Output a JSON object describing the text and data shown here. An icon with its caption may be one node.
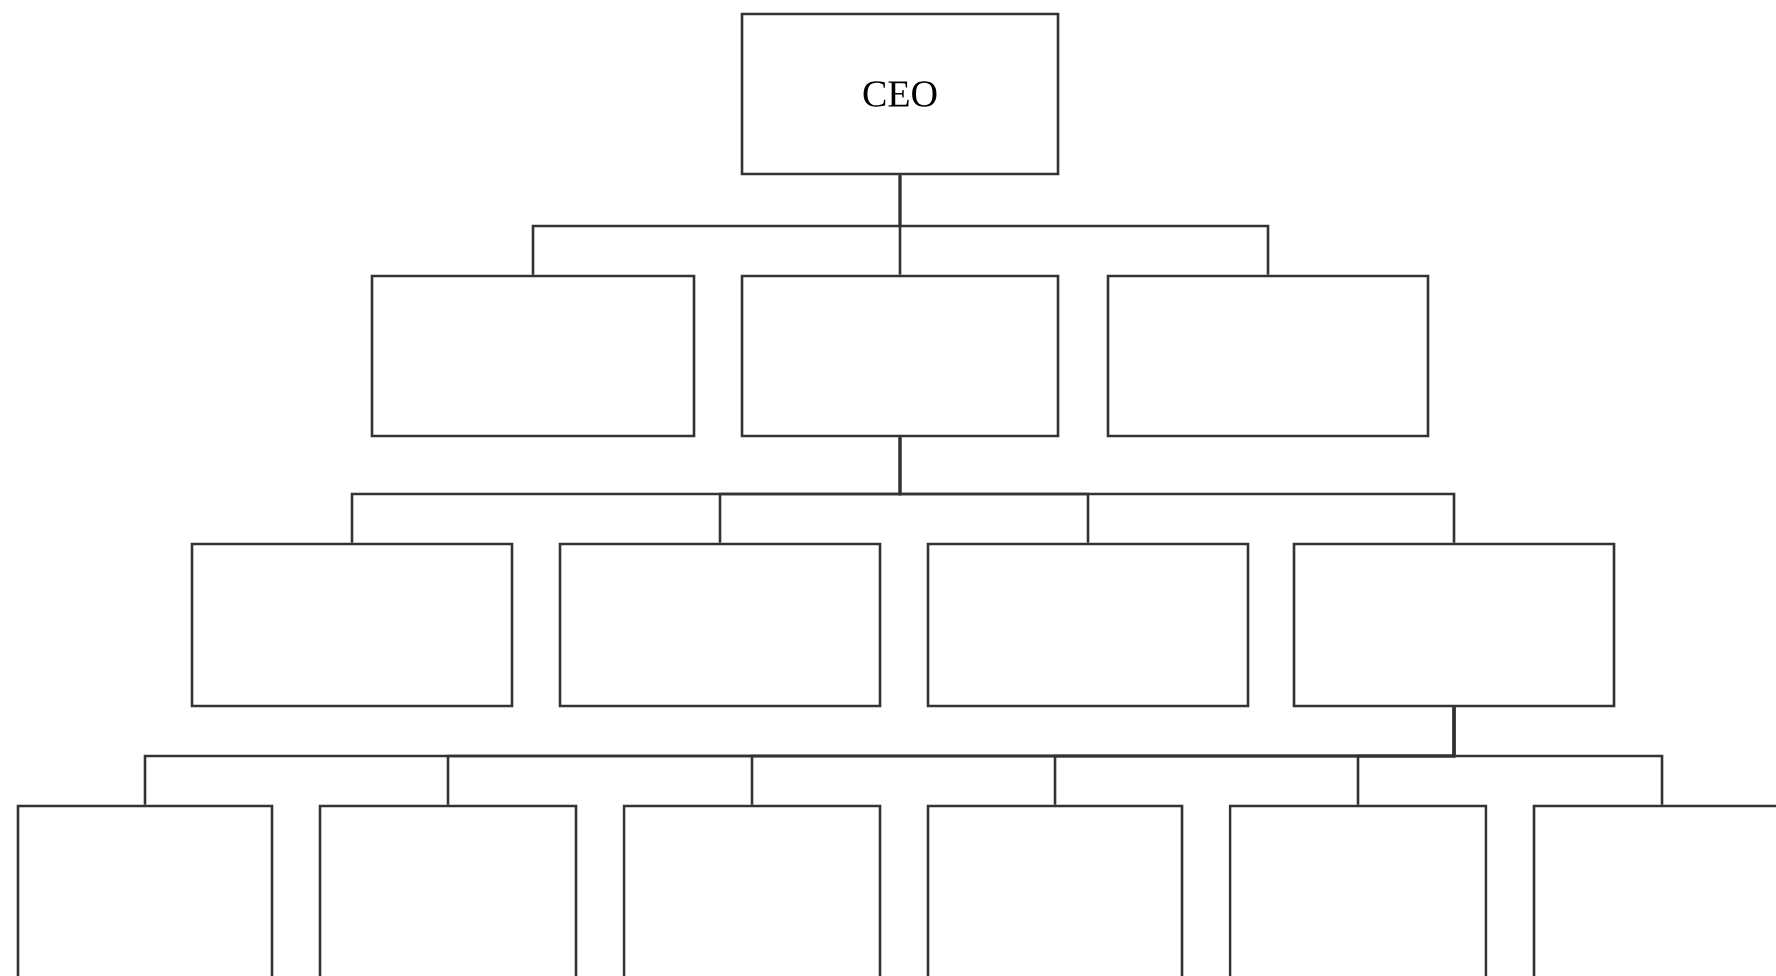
{
  "diagram": {
    "nodes": [
      {
        "text": [
          "CEO"
        ]
      },
      {
        "text": [],
        "shape": "box"
      },
      {
        "text": [],
        "shape": "box"
      },
      {
        "text": [],
        "shape": "box"
      },
      {
        "text": [],
        "shape": "box"
      },
      {
        "text": [],
        "shape": "box"
      },
      {
        "text": [],
        "shape": "box"
      },
      {
        "text": [],
        "shape": "box"
      },
      {
        "text": [],
        "shape": "box"
      },
      {
        "text": [],
        "shape": "box"
      },
      {
        "text": [],
        "shape": "box"
      },
      {
        "text": [],
        "shape": "box"
      },
      {
        "text": [],
        "shape": "box"
      },
      {
        "text": [],
        "shape": "box"
      }
    ],
    "edges": [
      {
        "from": 0,
        "to": 1,
        "arrow": "none"
      },
      {
        "from": 0,
        "to": 2,
        "arrow": "none"
      },
      {
        "from": 0,
        "to": 3,
        "arrow": "none"
      },
      {
        "from": 2,
        "to": 4,
        "arrow": "none"
      },
      {
        "from": 2,
        "to": 5,
        "arrow": "none"
      },
      {
        "from": 2,
        "to": 6,
        "arrow": "none"
      },
      {
        "from": 2,
        "to": 7,
        "arrow": "none"
      },
      {
        "from": 7,
        "to": 8,
        "arrow": "none"
      },
      {
        "from": 7,
        "to": 9,
        "arrow": "none"
      },
      {
        "from": 7,
        "to": 10,
        "arrow": "none"
      },
      {
        "from": 7,
        "to": 11,
        "arrow": "none"
      },
      {
        "from": 7,
        "to": 12,
        "arrow": "none"
      },
      {
        "from": 7,
        "to": 13,
        "arrow": "none"
      }
    ]
  }
}
